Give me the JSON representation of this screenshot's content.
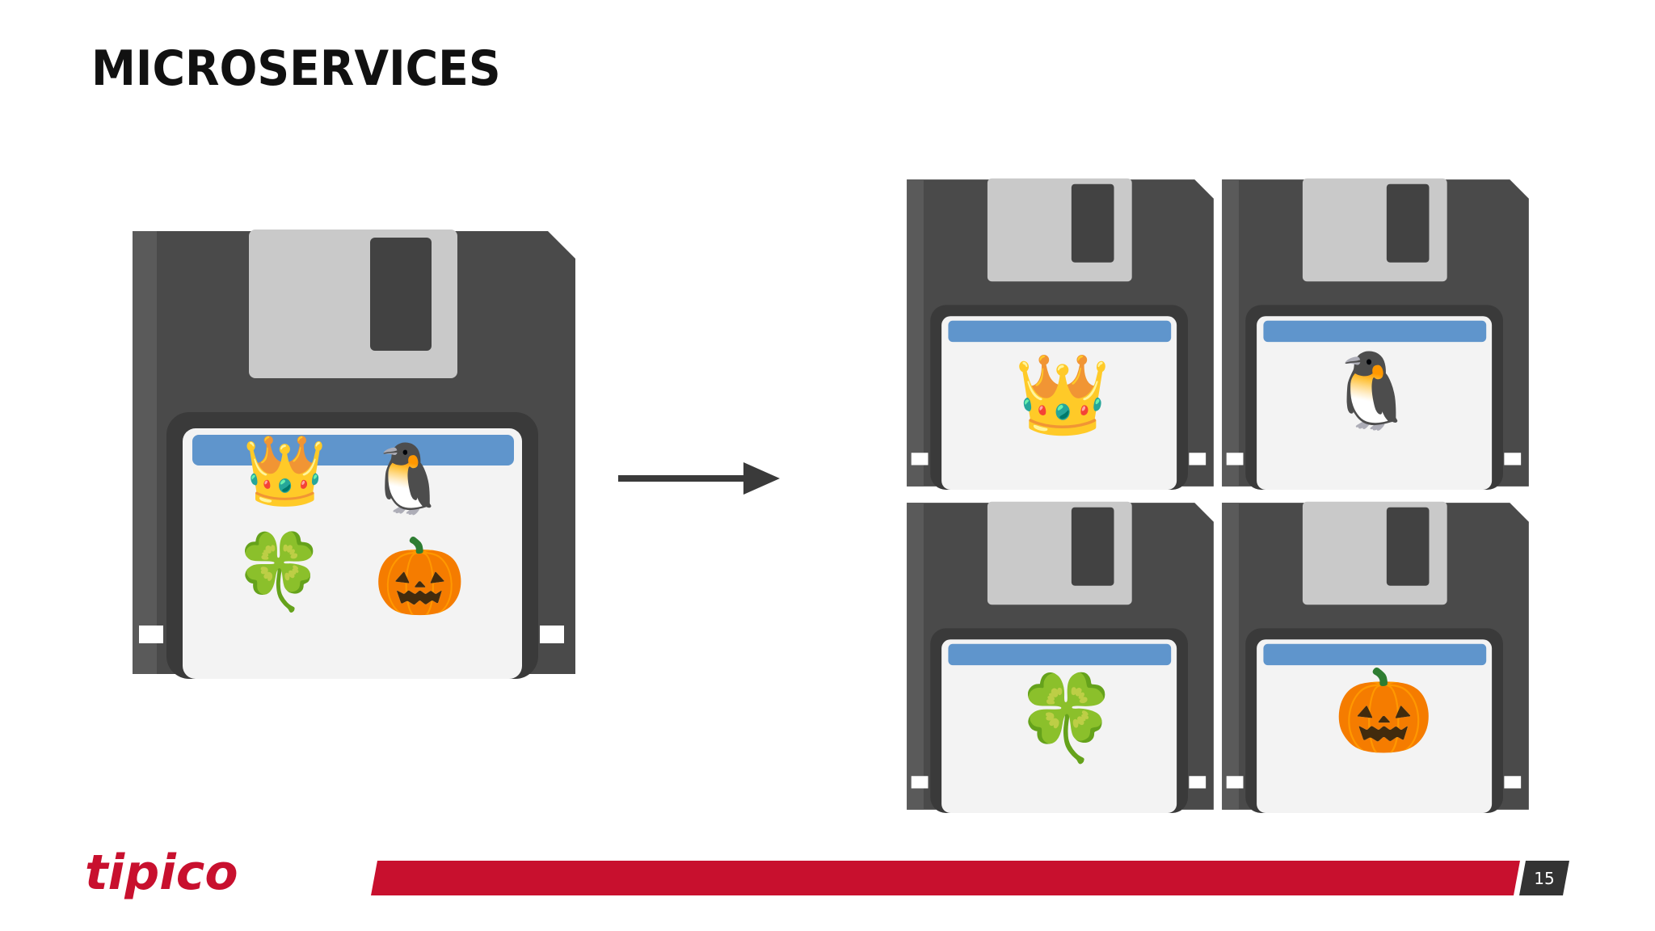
{
  "slide": {
    "title": "MICROSERVICES",
    "page_number": "15"
  },
  "brand": {
    "logo_text": "tipico",
    "accent_color": "#c8102e",
    "dark_color": "#333333"
  },
  "monolith": {
    "icons": [
      "crown-icon",
      "penguin-icon",
      "four-leaf-clover-icon",
      "jack-o-lantern-icon"
    ],
    "glyphs": [
      "👑",
      "🐧",
      "🍀",
      "🎃"
    ]
  },
  "services": [
    {
      "icon": "crown-icon",
      "glyph": "👑"
    },
    {
      "icon": "penguin-icon",
      "glyph": "🐧"
    },
    {
      "icon": "four-leaf-clover-icon",
      "glyph": "🍀"
    },
    {
      "icon": "jack-o-lantern-icon",
      "glyph": "🎃"
    }
  ]
}
